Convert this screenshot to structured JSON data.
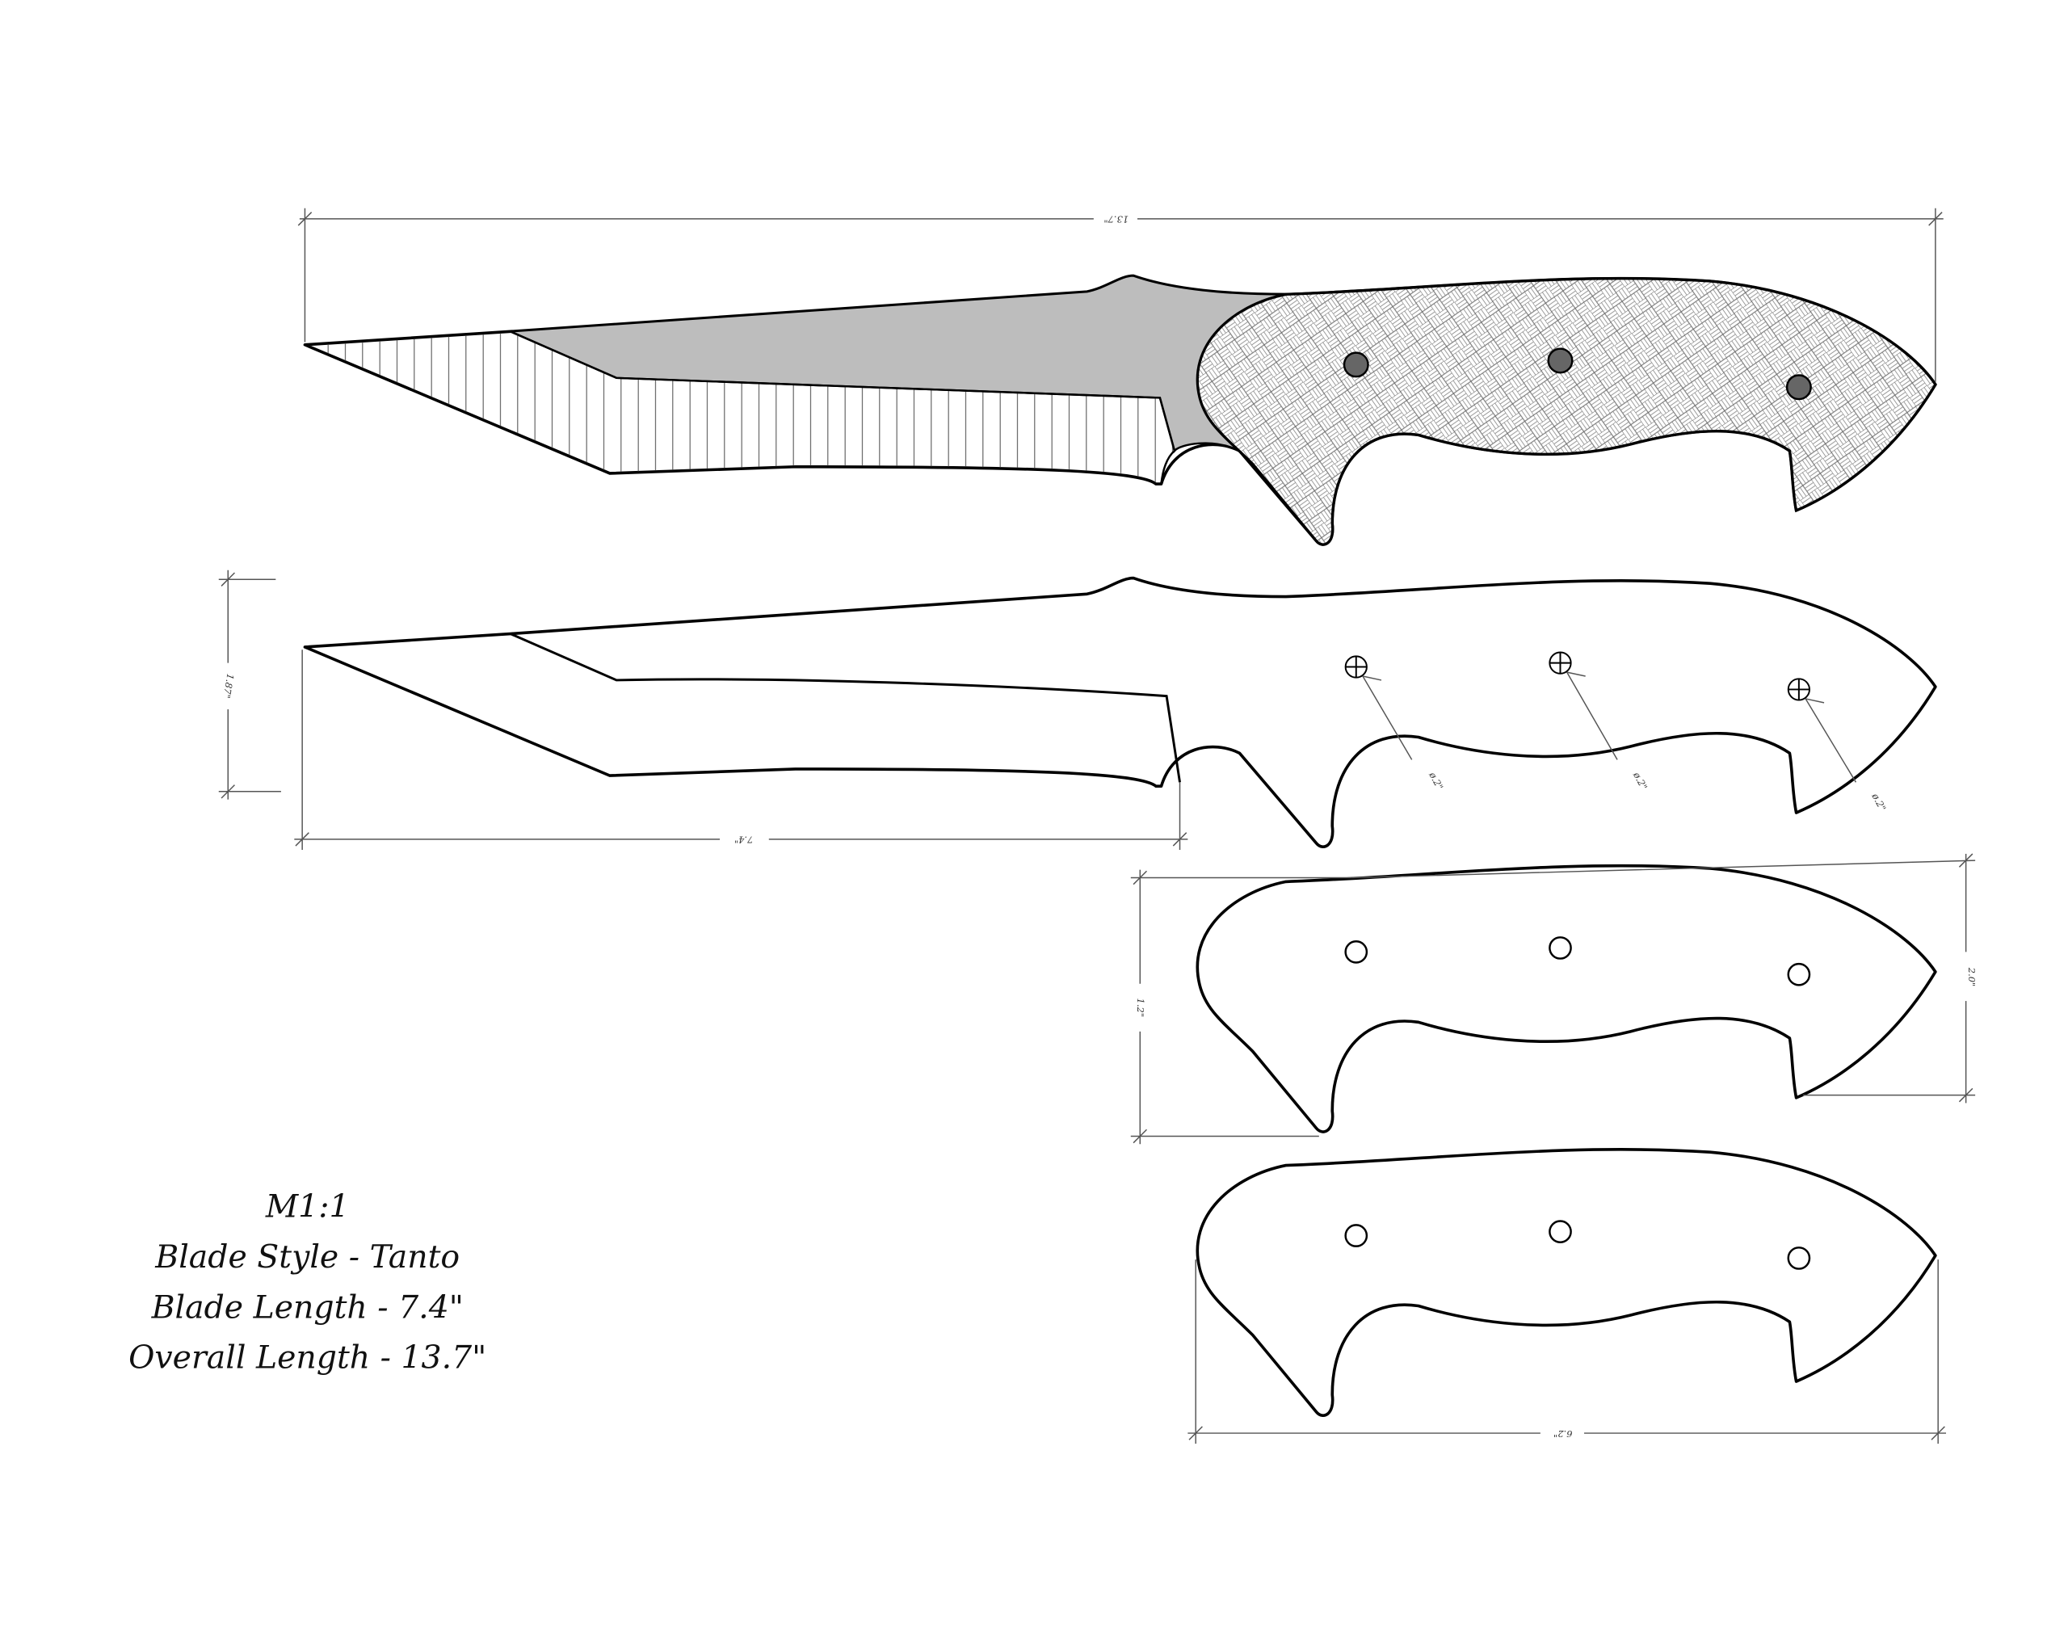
{
  "spec": {
    "model": "M1:1",
    "blade_style": "Blade Style - Tanto",
    "blade_length": "Blade Length - 7.4\"",
    "overall_length": "Overall Length - 13.7\""
  },
  "dimensions": {
    "overall_length": "13.7\"",
    "blade_height": "1.87\"",
    "blade_length": "7.4\"",
    "pin_diameter": "ø.2\"",
    "handle_left_height": "1.2\"",
    "handle_right_height": "2.0\"",
    "handle_length": "6.2\""
  },
  "colors": {
    "blade_flat": "#bdbdbd",
    "pin_fill": "#666666",
    "line": "#000000"
  }
}
